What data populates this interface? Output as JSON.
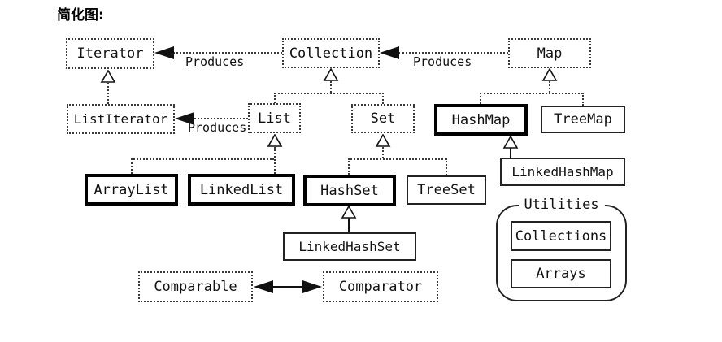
{
  "title": "简化图:",
  "labels": {
    "produces": "Produces",
    "utilities": "Utilities"
  },
  "nodes": {
    "iterator": {
      "label": "Iterator",
      "type": "interface"
    },
    "collection": {
      "label": "Collection",
      "type": "interface"
    },
    "map": {
      "label": "Map",
      "type": "interface"
    },
    "listiterator": {
      "label": "ListIterator",
      "type": "interface"
    },
    "list": {
      "label": "List",
      "type": "interface"
    },
    "set": {
      "label": "Set",
      "type": "interface"
    },
    "hashmap": {
      "label": "HashMap",
      "type": "class-emphasized"
    },
    "treemap": {
      "label": "TreeMap",
      "type": "class"
    },
    "linkedhashmap": {
      "label": "LinkedHashMap",
      "type": "class"
    },
    "arraylist": {
      "label": "ArrayList",
      "type": "class-emphasized"
    },
    "linkedlist": {
      "label": "LinkedList",
      "type": "class-emphasized"
    },
    "hashset": {
      "label": "HashSet",
      "type": "class-emphasized"
    },
    "treeset": {
      "label": "TreeSet",
      "type": "class"
    },
    "linkedhashset": {
      "label": "LinkedHashSet",
      "type": "class"
    },
    "comparable": {
      "label": "Comparable",
      "type": "interface"
    },
    "comparator": {
      "label": "Comparator",
      "type": "interface"
    },
    "collections": {
      "label": "Collections",
      "type": "utility-class"
    },
    "arrays": {
      "label": "Arrays",
      "type": "utility-class"
    }
  },
  "relations": [
    {
      "from": "Collection",
      "to": "Iterator",
      "kind": "produces"
    },
    {
      "from": "Map",
      "to": "Collection",
      "kind": "produces"
    },
    {
      "from": "List",
      "to": "ListIterator",
      "kind": "produces"
    },
    {
      "from": "ListIterator",
      "to": "Iterator",
      "kind": "extends"
    },
    {
      "from": "List",
      "to": "Collection",
      "kind": "extends"
    },
    {
      "from": "Set",
      "to": "Collection",
      "kind": "extends"
    },
    {
      "from": "HashMap",
      "to": "Map",
      "kind": "extends"
    },
    {
      "from": "TreeMap",
      "to": "Map",
      "kind": "extends"
    },
    {
      "from": "LinkedHashMap",
      "to": "HashMap",
      "kind": "extends"
    },
    {
      "from": "ArrayList",
      "to": "List",
      "kind": "extends"
    },
    {
      "from": "LinkedList",
      "to": "List",
      "kind": "extends"
    },
    {
      "from": "HashSet",
      "to": "Set",
      "kind": "extends"
    },
    {
      "from": "TreeSet",
      "to": "Set",
      "kind": "extends"
    },
    {
      "from": "LinkedHashSet",
      "to": "HashSet",
      "kind": "extends"
    },
    {
      "from": "Comparable",
      "to": "Comparator",
      "kind": "association-bidirectional"
    }
  ],
  "colors": {
    "background": "#ffffff",
    "line": "#111111",
    "text": "#111111"
  }
}
